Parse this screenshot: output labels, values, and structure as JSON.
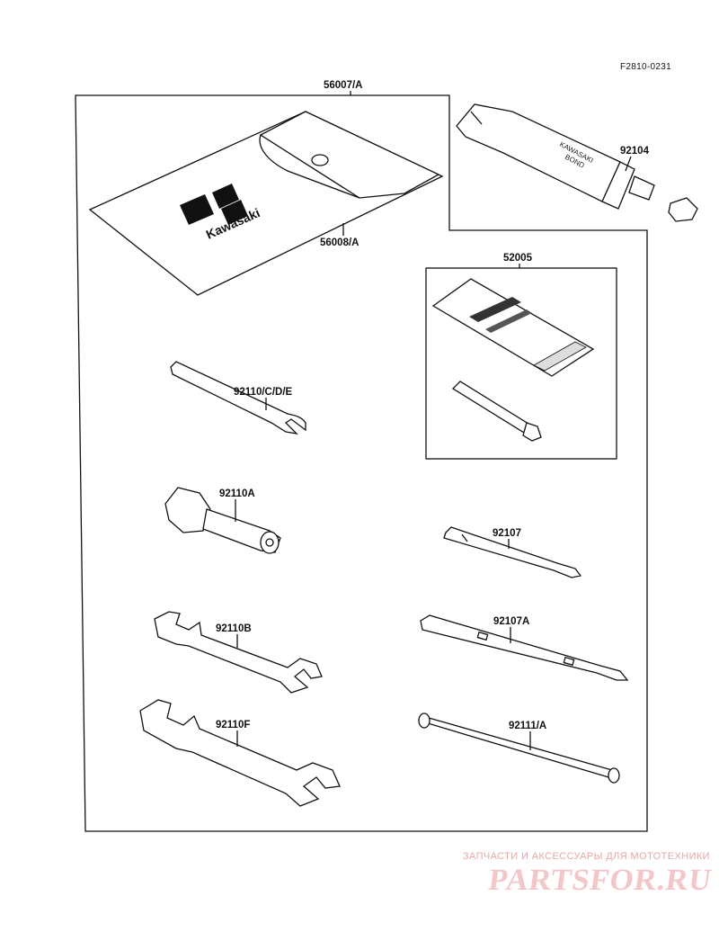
{
  "drawing_code": "F2810-0231",
  "parts": {
    "tool_kit": "56007/A",
    "tool_bag": "56008/A",
    "bond_tube": "92104",
    "patch_kit": "52005",
    "hook_wrench": "92110/C/D/E",
    "box_wrench": "92110A",
    "screwdriver": "92107",
    "screwdriver_long": "92107A",
    "wrench_small": "92110B",
    "wrench_large": "92110F",
    "handle_bar": "92111/A"
  },
  "printed_text": {
    "bag_logo": "Kawasaki",
    "tube_line1": "KAWASAKI",
    "tube_line2": "BOND"
  },
  "watermark": {
    "caption": "ЗАПЧАСТИ И АКСЕССУАРЫ ДЛЯ МОТОТЕХНИКИ",
    "brand": "PARTSFOR.RU"
  },
  "colors": {
    "ink": "#111111",
    "watermark": "#f3c7c7"
  }
}
